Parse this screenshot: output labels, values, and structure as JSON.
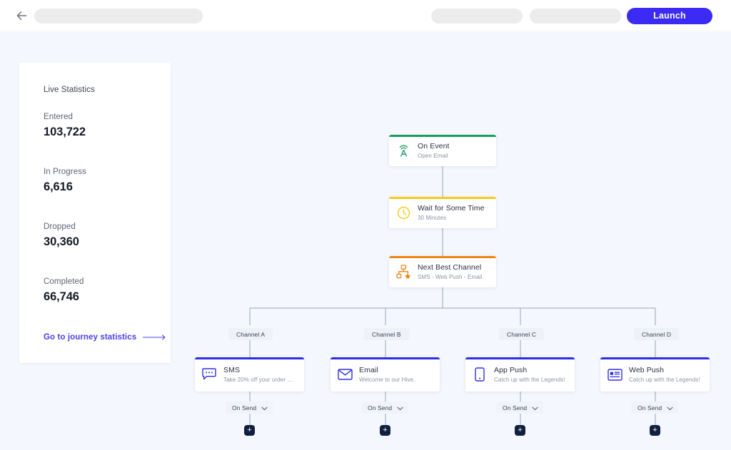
{
  "topbar": {
    "back_icon": "arrow-left-icon",
    "launch_label": "Launch",
    "skeleton_placeholders": 3
  },
  "theme": {
    "accent": "#3B2BF5",
    "canvas_bg": "#f4f7fd",
    "panel_bg": "#ffffff",
    "link_color": "#4940e8",
    "node_green": "#17a05a",
    "node_yellow": "#fbc91b",
    "node_orange": "#ef8316",
    "node_blue": "#2e2ee8",
    "plus_button_bg": "#11203f"
  },
  "stats_panel": {
    "title": "Live Statistics",
    "stats": [
      {
        "label": "Entered",
        "value": "103,722"
      },
      {
        "label": "In Progress",
        "value": "6,616"
      },
      {
        "label": "Dropped",
        "value": "30,360"
      },
      {
        "label": "Completed",
        "value": "66,746"
      }
    ],
    "link_label": "Go to journey statistics",
    "link_icon": "arrow-right-icon"
  },
  "flow": {
    "trunk_nodes": [
      {
        "title": "On Event",
        "subtitle": "Open Email",
        "color": "green",
        "icon": "broadcast-tower-icon"
      },
      {
        "title": "Wait for Some Time",
        "subtitle": "30 Minutes",
        "color": "yellow",
        "icon": "clock-icon"
      },
      {
        "title": "Next Best Channel",
        "subtitle": "SMS - Web Push - Email",
        "color": "orange",
        "icon": "next-best-channel-icon"
      }
    ],
    "branches": [
      {
        "chip": "Channel A",
        "title": "SMS",
        "subtitle": "Take 20% off your order with code ...",
        "icon": "sms-bubble-icon",
        "color": "blue",
        "trigger_label": "On Send",
        "trigger_icon": "chevron-down-icon",
        "add_label": "+"
      },
      {
        "chip": "Channel B",
        "title": "Email",
        "subtitle": "Welcome to our Hive.",
        "icon": "envelope-icon",
        "color": "blue",
        "trigger_label": "On Send",
        "trigger_icon": "chevron-down-icon",
        "add_label": "+"
      },
      {
        "chip": "Channel C",
        "title": "App Push",
        "subtitle": "Catch up with the Legends!",
        "icon": "mobile-phone-icon",
        "color": "blue",
        "trigger_label": "On Send",
        "trigger_icon": "chevron-down-icon",
        "add_label": "+"
      },
      {
        "chip": "Channel D",
        "title": "Web Push",
        "subtitle": "Catch up with the Legends!",
        "icon": "browser-window-icon",
        "color": "blue",
        "trigger_label": "On Send",
        "trigger_icon": "chevron-down-icon",
        "add_label": "+"
      }
    ]
  }
}
